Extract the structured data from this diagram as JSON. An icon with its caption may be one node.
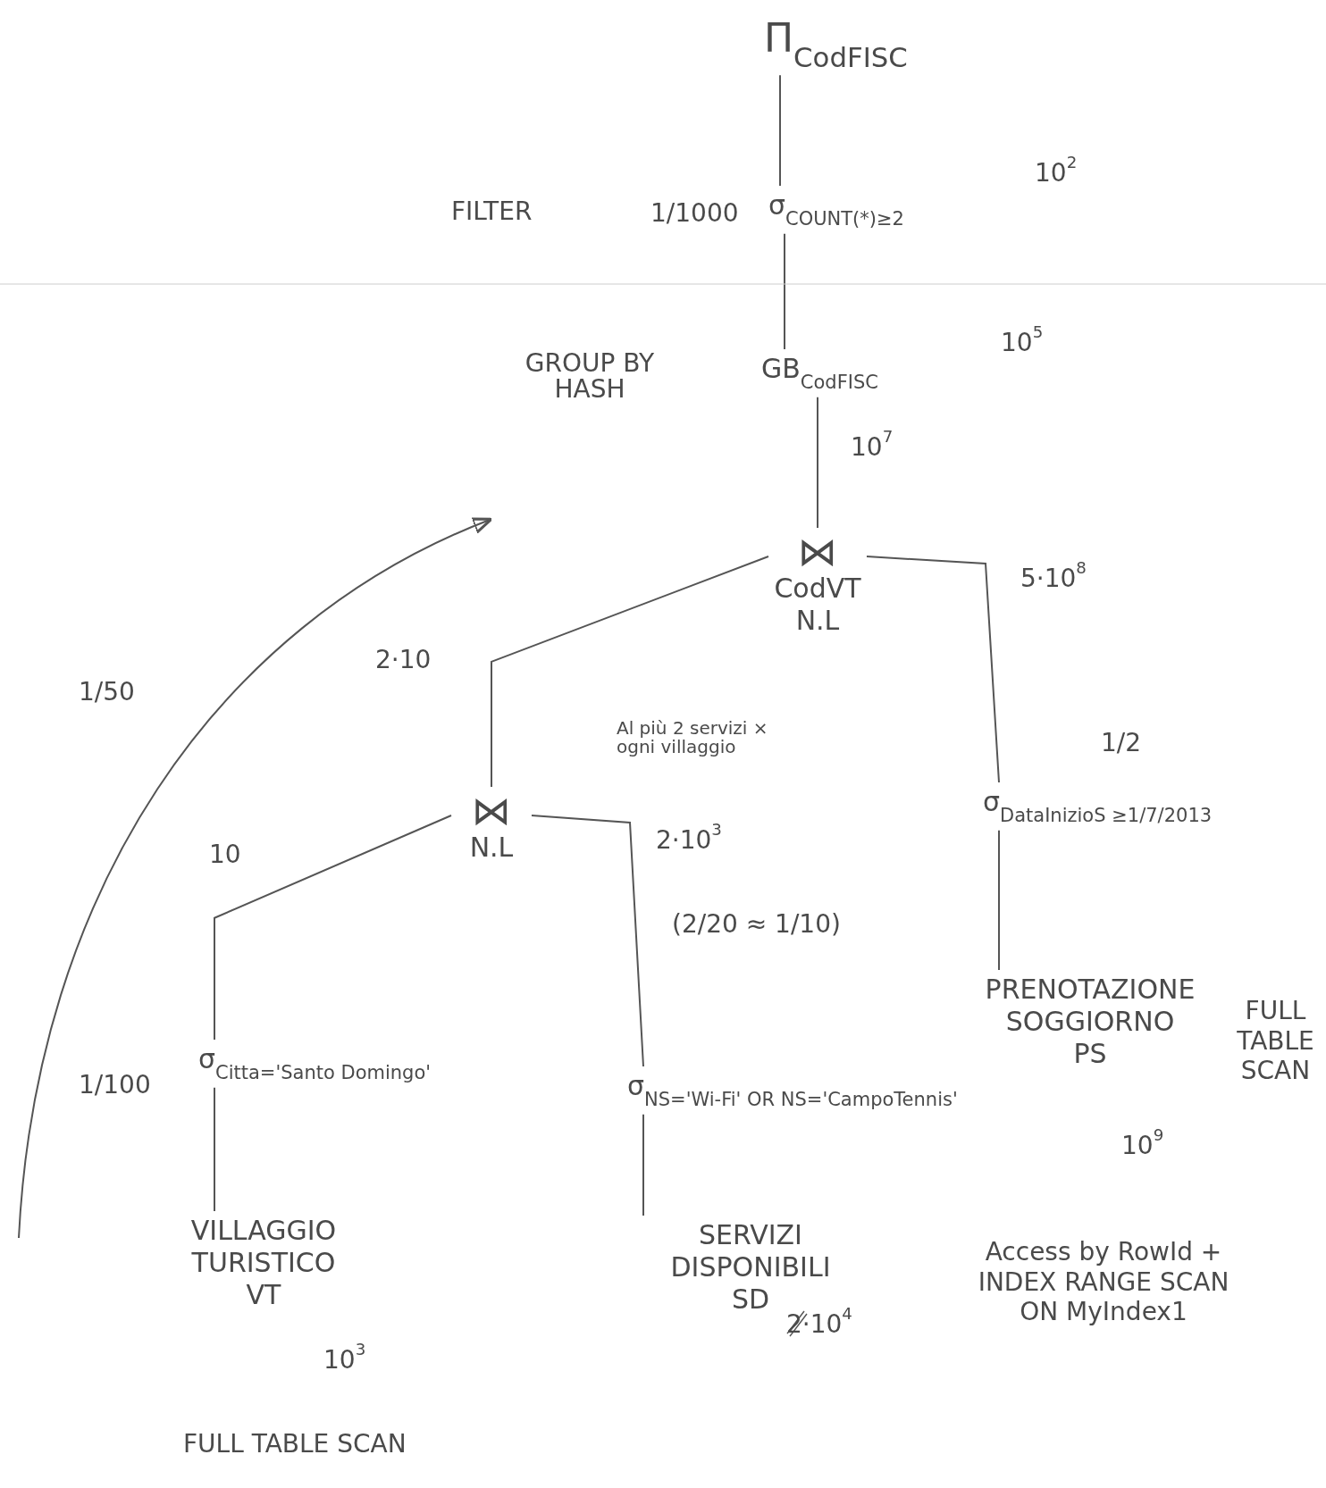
{
  "diagram": {
    "nodes": [
      {
        "text": [
          "Π$_{CodFISC}$"
        ]
      },
      {
        "text": [
          "σ$_{COUNT(*)≥2}$"
        ],
        "beside": [
          "1/1000"
        ]
      },
      {
        "text": [
          "GB$_{CodFISC}$"
        ]
      },
      {
        "text": [
          "⋈",
          "CodVT",
          "N.L"
        ]
      },
      {
        "text": [
          "⋈",
          "N.L"
        ]
      },
      {
        "text": [
          "σ$_{Citta='Santo Domingo'}$"
        ],
        "beside": [
          "1/100"
        ]
      },
      {
        "text": [
          "VILLAGGIO TURISTICO",
          "VT"
        ],
        "beside": [
          "10$^{3}$",
          "FULL TABLE SCAN"
        ]
      },
      {
        "text": [
          "σ$_{NS='Wi-Fi' OR NS='CampoTennis'}$"
        ]
      },
      {
        "text": [
          "SERVIZI DISPONIBILI",
          "SD"
        ],
        "beside": [
          "2·10$^{4}$"
        ]
      },
      {
        "text": [
          "σ$_{DataInizioS ≥1/7/2013}$"
        ],
        "beside": [
          "1/2"
        ]
      },
      {
        "text": [
          "PRENOTAZIONE SOGGIORNO",
          "PS"
        ],
        "beside": [
          "FULL TABLE SCAN",
          "10$^{9}$",
          "Access by RowId + INDEX RANGE SCAN ON MyIndex1"
        ]
      }
    ],
    "edges": [
      {
        "from": 0,
        "to": 1,
        "arrow": "none"
      },
      {
        "from": 1,
        "to": 2,
        "arrow": "none"
      },
      {
        "from": 2,
        "to": 3,
        "arrow": "none",
        "label": "10$^{7}$"
      },
      {
        "from": 3,
        "to": 4,
        "arrow": "none",
        "label": "2·10"
      },
      {
        "from": 3,
        "to": 9,
        "arrow": "none",
        "label": "5·10$^{8}$"
      },
      {
        "from": 4,
        "to": 5,
        "arrow": "none",
        "label": "10"
      },
      {
        "from": 4,
        "to": 7,
        "arrow": "none",
        "label": "2·10$^{3}$"
      },
      {
        "from": 5,
        "to": 6,
        "arrow": "none"
      },
      {
        "from": 7,
        "to": 8,
        "arrow": "none"
      },
      {
        "from": 9,
        "to": 10,
        "arrow": "none"
      }
    ],
    "labels": [
      "10$^{2}$",
      "FILTER",
      "10$^{5}$",
      "GROUP BY HASH",
      "1/50",
      "Al più 2 servizi × ogni villaggio",
      "(2/20 ≈ 1/10)"
    ]
  }
}
